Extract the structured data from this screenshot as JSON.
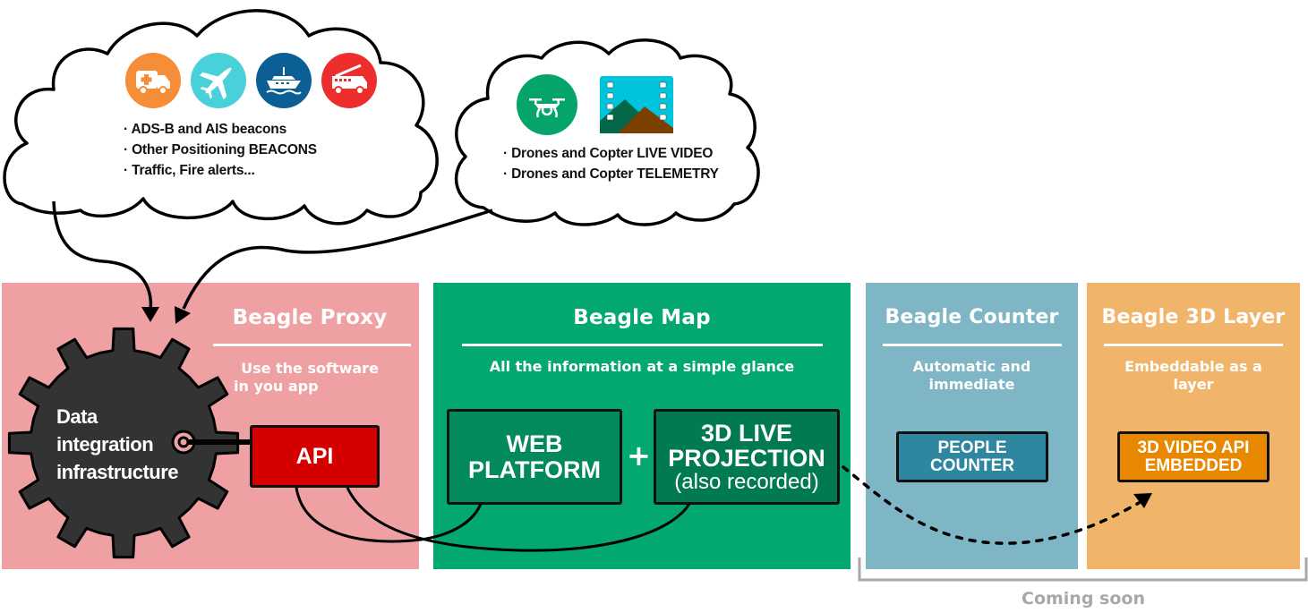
{
  "clouds": [
    {
      "id": "beacons",
      "icons": [
        {
          "name": "ambulance-icon",
          "color": "#F68D38"
        },
        {
          "name": "airplane-icon",
          "color": "#48D1D8"
        },
        {
          "name": "ship-icon",
          "color": "#0C5F94"
        },
        {
          "name": "fire-truck-icon",
          "color": "#EE2D2D"
        }
      ],
      "lines": [
        "· ADS-B and AIS beacons",
        "· Other Positioning BEACONS",
        "· Traffic, Fire alerts..."
      ]
    },
    {
      "id": "drones",
      "icons": [
        {
          "name": "drone-icon",
          "color": "#04A46A"
        },
        {
          "name": "video-film-icon",
          "color": "#00C4DB"
        }
      ],
      "lines": [
        "· Drones and Copter LIVE VIDEO",
        "· Drones and Copter TELEMETRY"
      ]
    }
  ],
  "panels": {
    "proxy": {
      "title": "Beagle Proxy",
      "subtitle_lines": [
        "Use the software",
        "in you app"
      ],
      "color": "#EEA0A2",
      "gear_lines": [
        "Data",
        "integration",
        "infrastructure"
      ],
      "api_label": "API",
      "api_color": "#D40000"
    },
    "map": {
      "title": "Beagle Map",
      "subtitle": "All the information at a simple glance",
      "color": "#02A86F",
      "web_platform_lines": [
        "WEB",
        "PLATFORM"
      ],
      "plus": "+",
      "live_projection_lines": [
        "3D LIVE",
        "PROJECTION"
      ],
      "live_projection_note": "(also recorded)",
      "box_color": "#028A5B",
      "box2_color": "#027A50"
    },
    "counter": {
      "title": "Beagle Counter",
      "subtitle_lines": [
        "Automatic and",
        "immediate"
      ],
      "color": "#7FB6C6",
      "box_lines": [
        "PEOPLE",
        "COUNTER"
      ],
      "box_color": "#2E879F"
    },
    "layer3d": {
      "title": "Beagle 3D Layer",
      "subtitle_lines": [
        "Embeddable as a",
        "layer"
      ],
      "color": "#F0B56B",
      "box_lines": [
        "3D VIDEO API",
        "EMBEDDED"
      ],
      "box_color": "#E88800"
    }
  },
  "coming_soon": "Coming soon"
}
